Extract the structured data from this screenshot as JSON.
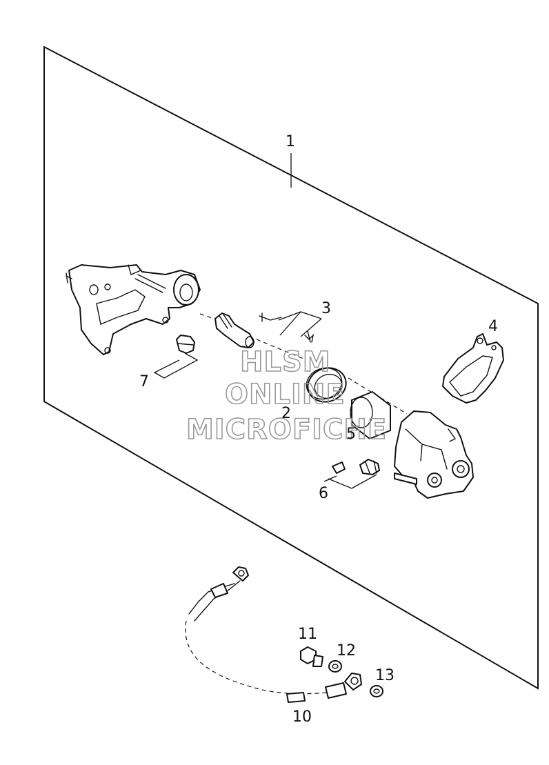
{
  "callouts": {
    "c1": "1",
    "c2": "2",
    "c3": "3",
    "c4": "4",
    "c5": "5",
    "c6": "6",
    "c7": "7",
    "c10": "10",
    "c11": "11",
    "c12": "12",
    "c13": "13"
  },
  "watermark": {
    "line1": "HLSM",
    "line2": "ONLINE",
    "line3": "MICROFICHE"
  }
}
